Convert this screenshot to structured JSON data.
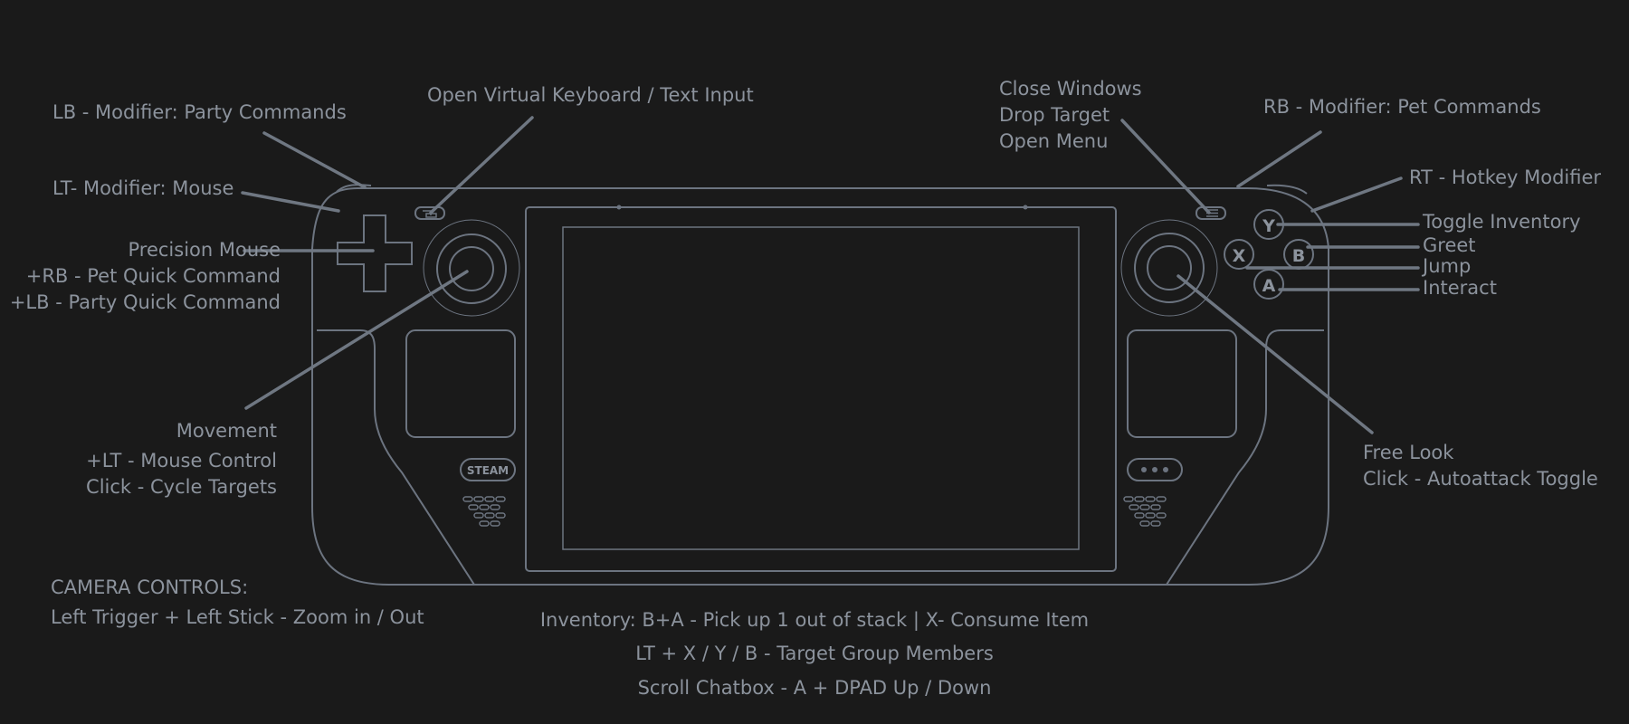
{
  "colors": {
    "background": "#1a1a1a",
    "text": "#8c939d",
    "line": "#6f7782",
    "outline": "#6c7480"
  },
  "device": {
    "steam_button_label": "STEAM",
    "buttons": {
      "y": "Y",
      "x": "X",
      "b": "B",
      "a": "A"
    }
  },
  "labels": {
    "lb": "LB - Modifier: Party Commands",
    "lt": "LT- Modifier: Mouse",
    "dpad": [
      "Precision Mouse",
      "+RB - Pet Quick Command",
      "+LB - Party Quick Command"
    ],
    "left_stick": [
      "Movement",
      "+LT - Mouse Control",
      "Click - Cycle Targets"
    ],
    "keyboard": "Open Virtual Keyboard / Text Input",
    "menu": [
      "Close Windows",
      "Drop Target",
      "Open Menu"
    ],
    "rb": "RB - Modifier: Pet Commands",
    "rt": "RT -  Hotkey Modifier",
    "y": "Toggle Inventory",
    "b": "Greet",
    "x": "Jump",
    "a": "Interact",
    "right_stick": [
      "Free Look",
      "Click - Autoattack Toggle"
    ]
  },
  "camera": {
    "title": "CAMERA CONTROLS:",
    "line": "Left Trigger + Left Stick - Zoom in / Out"
  },
  "notes": [
    "Inventory: B+A - Pick up 1 out of stack | X- Consume Item",
    "LT + X / Y / B - Target Group Members",
    "Scroll Chatbox - A + DPAD Up / Down"
  ]
}
